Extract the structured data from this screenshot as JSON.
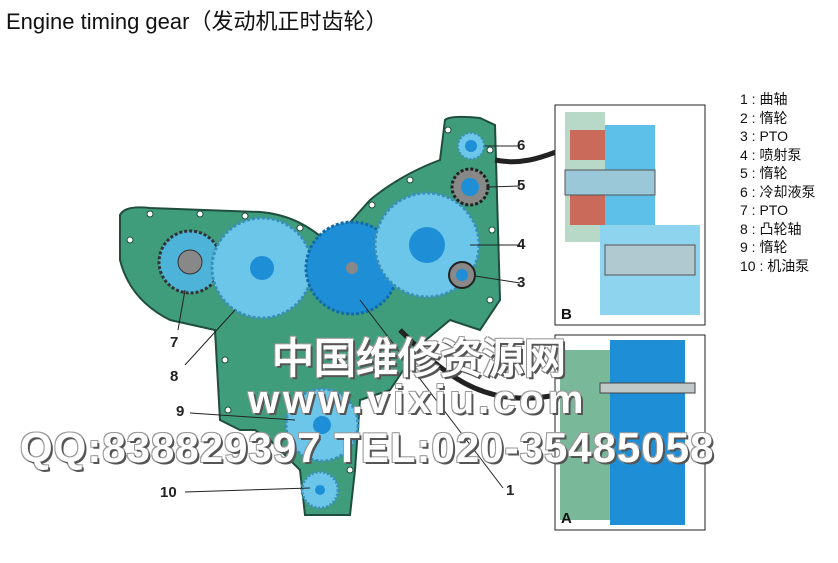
{
  "title": "Engine timing gear（发动机正时齿轮）",
  "callouts": {
    "n1": "1",
    "n3": "3",
    "n4": "4",
    "n5": "5",
    "n6": "6",
    "n7": "7",
    "n8": "8",
    "n9": "9",
    "n10": "10"
  },
  "detail_boxes": {
    "b": "B",
    "a": "A"
  },
  "legend": [
    "1 : 曲轴",
    "2 : 惰轮",
    "3 : PTO",
    "4 : 喷射泵",
    "5 : 惰轮",
    "6 : 冷却液泵",
    "7 : PTO",
    "8 : 凸轮轴",
    "9 : 惰轮",
    "10 : 机油泵"
  ],
  "watermark": {
    "line1": "中国维修资源网",
    "line2": "www.vixiu.com",
    "line3": "QQ:838829397 TEL:020-35485058"
  },
  "colors": {
    "housing": "#3f9d7c",
    "gear_light": "#5cc0e8",
    "gear_dark": "#1e8fd6",
    "outline": "#1f4d3e"
  }
}
